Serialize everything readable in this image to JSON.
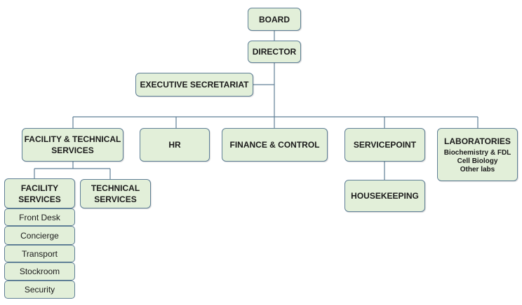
{
  "nodes": {
    "board": "BOARD",
    "director": "DIRECTOR",
    "executive_secretariat": "EXECUTIVE SECRETARIAT",
    "facility_technical": [
      "FACILITY & TECHNICAL",
      "SERVICES"
    ],
    "hr": "HR",
    "finance_control": "FINANCE & CONTROL",
    "servicepoint": "SERVICEPOINT",
    "housekeeping": "HOUSEKEEPING",
    "laboratories": {
      "title": "LABORATORIES",
      "units": [
        "Biochemistry & FDL",
        "Cell Biology",
        "Other labs"
      ]
    },
    "facility_services": [
      "FACILITY",
      "SERVICES"
    ],
    "technical_services": [
      "TECHNICAL",
      "SERVICES"
    ]
  },
  "facility_services_items": [
    "Front Desk",
    "Concierge",
    "Transport",
    "Stockroom",
    "Security"
  ],
  "colors": {
    "box_fill": "#e2efd9",
    "box_border": "#5f7f96",
    "connector": "#5f7f96"
  }
}
